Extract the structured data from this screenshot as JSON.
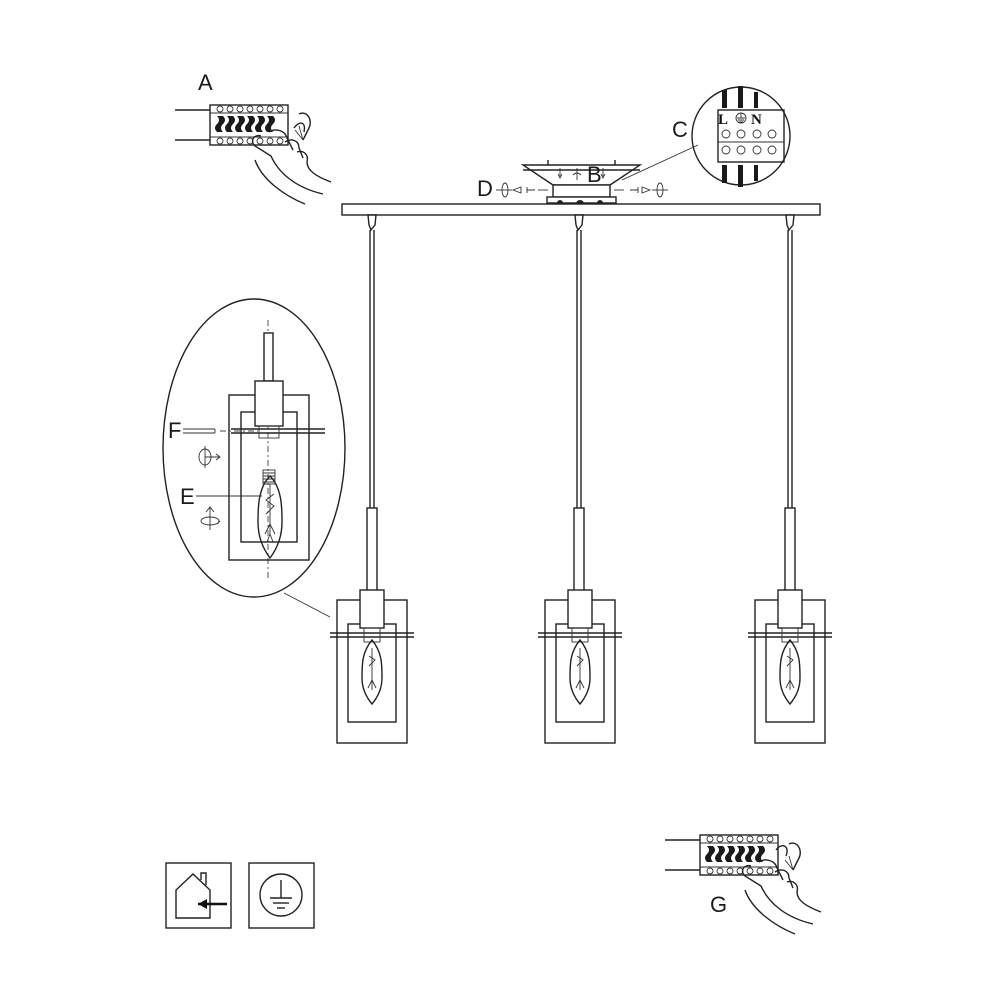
{
  "labels": {
    "a": "A",
    "b": "B",
    "c": "C",
    "d": "D",
    "e": "E",
    "f": "F",
    "g": "G"
  },
  "terminal_marks": {
    "live": "L",
    "neutral": "N"
  },
  "icons": [
    "indoor-use-only-icon",
    "earth-ground-icon",
    "screw-icon",
    "rotate-arrow-icon",
    "hand-icon",
    "candle-bulb-icon"
  ],
  "colors": {
    "line": "#222222",
    "background": "#ffffff"
  }
}
